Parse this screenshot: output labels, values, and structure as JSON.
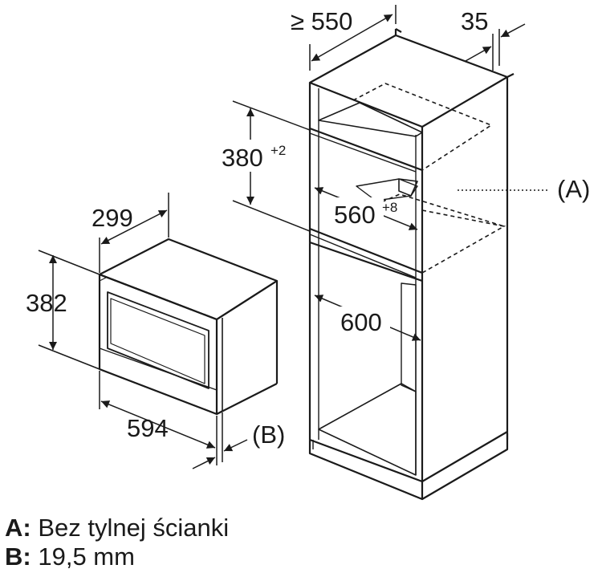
{
  "dimensions": {
    "cabinet_depth": "≥ 550",
    "cabinet_gap": "35",
    "niche_height": "380",
    "niche_height_tol": "+2",
    "niche_width": "560",
    "niche_width_tol": "+8",
    "cabinet_width": "600",
    "appliance_depth": "299",
    "appliance_height": "382",
    "appliance_width": "594",
    "label_a": "(A)",
    "label_b": "(B)"
  },
  "legend": [
    {
      "key": "A:",
      "text": "Bez tylnej ścianki"
    },
    {
      "key": "B:",
      "text": "19,5 mm"
    }
  ]
}
